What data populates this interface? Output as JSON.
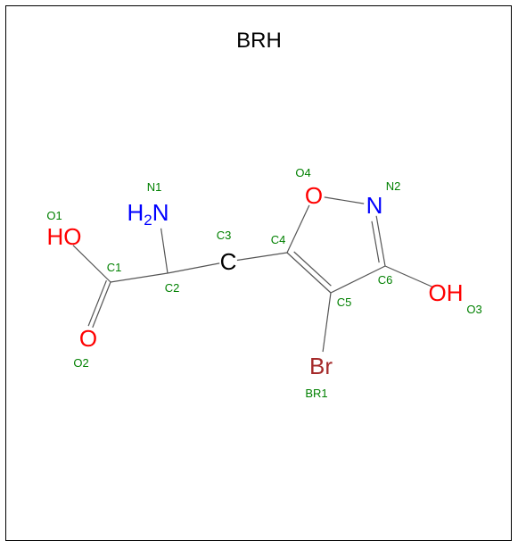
{
  "title": "BRH",
  "colors": {
    "bond": "#555555",
    "oxygen": "#ff0000",
    "nitrogen": "#0000ff",
    "bromine": "#a52a2a",
    "carbon": "#000000",
    "label": "#008000",
    "frame": "#000000"
  },
  "atoms": [
    {
      "id": "O1",
      "symbol": "HO",
      "element": "O",
      "label": "O1"
    },
    {
      "id": "O2",
      "symbol": "O",
      "element": "O",
      "label": "O2"
    },
    {
      "id": "C1",
      "symbol": "",
      "element": "C",
      "label": "C1"
    },
    {
      "id": "C2",
      "symbol": "",
      "element": "C",
      "label": "C2"
    },
    {
      "id": "N1",
      "symbol": "H2N",
      "element": "N",
      "label": "N1"
    },
    {
      "id": "C3",
      "symbol": "C",
      "element": "C",
      "label": "C3"
    },
    {
      "id": "C4",
      "symbol": "",
      "element": "C",
      "label": "C4"
    },
    {
      "id": "O4",
      "symbol": "O",
      "element": "O",
      "label": "O4"
    },
    {
      "id": "N2",
      "symbol": "N",
      "element": "N",
      "label": "N2"
    },
    {
      "id": "C6",
      "symbol": "",
      "element": "C",
      "label": "C6"
    },
    {
      "id": "O3",
      "symbol": "OH",
      "element": "O",
      "label": "O3"
    },
    {
      "id": "C5",
      "symbol": "",
      "element": "C",
      "label": "C5"
    },
    {
      "id": "BR1",
      "symbol": "Br",
      "element": "Br",
      "label": "BR1"
    }
  ],
  "bonds": [
    {
      "from": "C1",
      "to": "O1",
      "order": 1
    },
    {
      "from": "C1",
      "to": "O2",
      "order": 2
    },
    {
      "from": "C1",
      "to": "C2",
      "order": 1
    },
    {
      "from": "C2",
      "to": "N1",
      "order": 1
    },
    {
      "from": "C2",
      "to": "C3",
      "order": 1
    },
    {
      "from": "C3",
      "to": "C4",
      "order": 1
    },
    {
      "from": "C4",
      "to": "O4",
      "order": 1
    },
    {
      "from": "O4",
      "to": "N2",
      "order": 1
    },
    {
      "from": "N2",
      "to": "C6",
      "order": 2
    },
    {
      "from": "C6",
      "to": "C5",
      "order": 1
    },
    {
      "from": "C5",
      "to": "C4",
      "order": 2
    },
    {
      "from": "C6",
      "to": "O3",
      "order": 1
    },
    {
      "from": "C5",
      "to": "BR1",
      "order": 1
    }
  ]
}
